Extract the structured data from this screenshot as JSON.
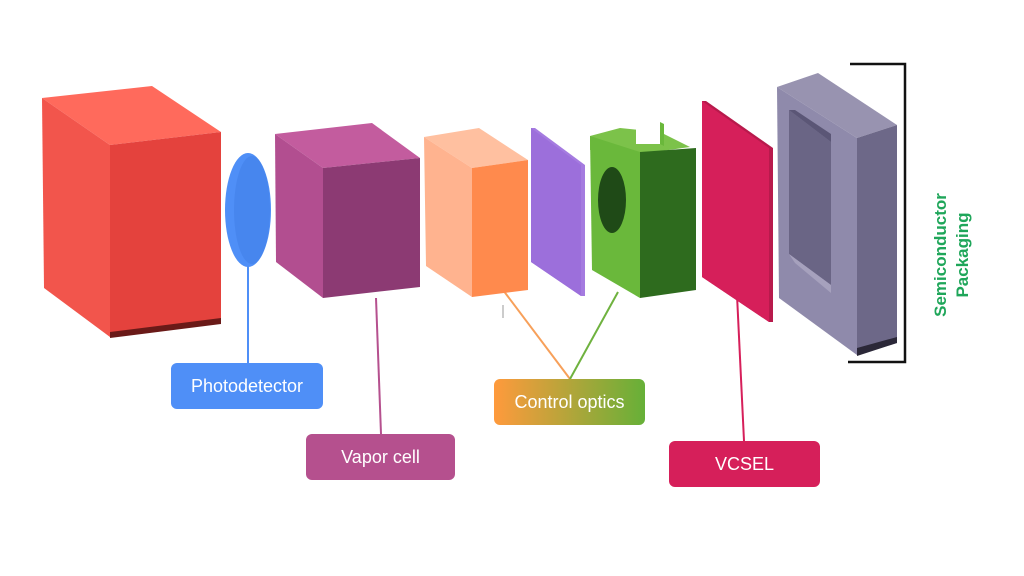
{
  "labels": {
    "photodetector": "Photodetector",
    "vapor_cell": "Vapor cell",
    "control_optics": "Control optics",
    "vcsel": "VCSEL"
  },
  "packaging": {
    "line1": "Semiconductor",
    "line2": "Packaging"
  },
  "colors": {
    "photodetector": "#4f8ff7",
    "vapor_cell": "#b5508e",
    "control_optics_start": "#ff9a3c",
    "control_optics_end": "#66b038",
    "vcsel": "#d61f5a",
    "packaging_text": "#1fa65a",
    "housing": "#e8413c",
    "frame": "#7d7898"
  },
  "icons": [
    "housing-block",
    "photodetector-lens",
    "vapor-cell-cube",
    "optic-block",
    "filter-plate",
    "green-mount",
    "vcsel-plate",
    "packaging-frame"
  ]
}
